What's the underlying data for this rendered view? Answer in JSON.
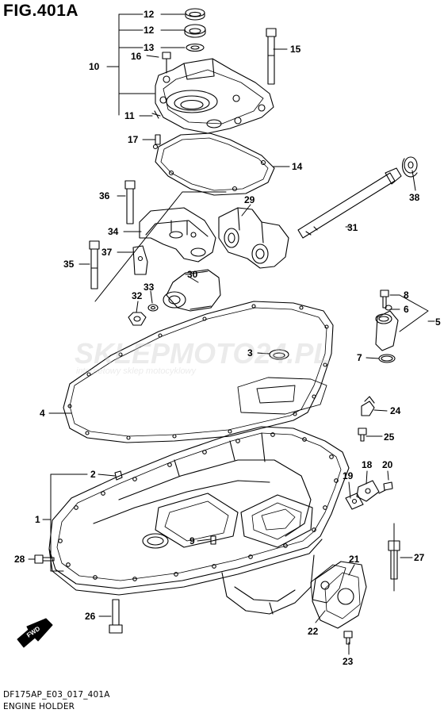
{
  "figure": {
    "title": "FIG.401A",
    "code": "DF175AP_E03_017_401A",
    "caption": "ENGINE HOLDER",
    "fwd_label": "FWD"
  },
  "watermark": {
    "brand": "SKLEPMOTO24.PL",
    "tagline": "internetowy sklep motocyklowy"
  },
  "callouts": {
    "c1": "1",
    "c2": "2",
    "c3": "3",
    "c4": "4",
    "c5": "5",
    "c6": "6",
    "c7": "7",
    "c8": "8",
    "c9": "9",
    "c10": "10",
    "c11": "11",
    "c12a": "12",
    "c12b": "12",
    "c13": "13",
    "c14": "14",
    "c15": "15",
    "c16": "16",
    "c17": "17",
    "c18": "18",
    "c19": "19",
    "c20": "20",
    "c21": "21",
    "c22": "22",
    "c23": "23",
    "c24": "24",
    "c25": "25",
    "c26": "26",
    "c27": "27",
    "c28": "28",
    "c29": "29",
    "c30": "30",
    "c31": "31",
    "c32": "32",
    "c33": "33",
    "c34": "34",
    "c35": "35",
    "c36": "36",
    "c37": "37",
    "c38": "38"
  }
}
